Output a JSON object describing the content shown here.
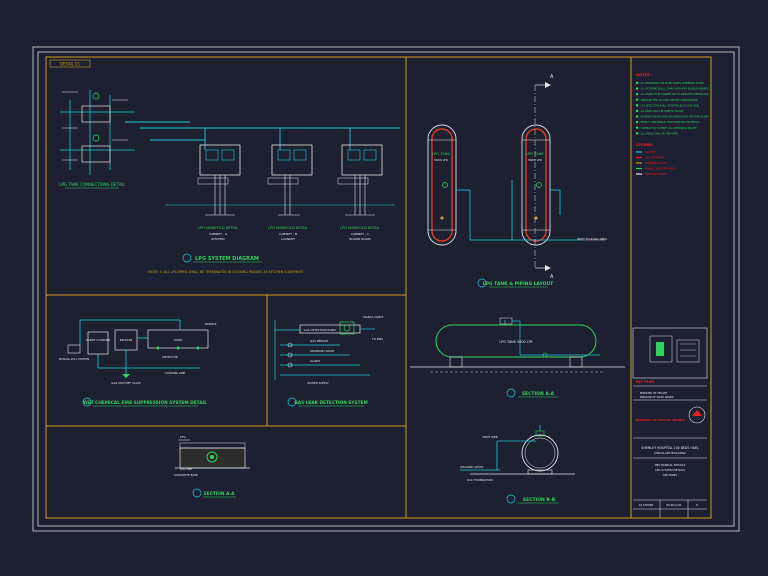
{
  "colors": {
    "background": "#1c2030",
    "border": "#b8b8b8",
    "frame": "#d09a20",
    "pipe": "#22c9d9",
    "equipment": "#e4e4e4",
    "text": "#e8e8e8",
    "title": "#2ed35c",
    "tank_inner": "#e23a22",
    "highlight": "#e82020"
  },
  "sheet_tag": "DETAIL 01",
  "panels": {
    "lpg_system": {
      "title": "LPG SYSTEM DIAGRAM",
      "tank_connection_title": "LPG TANK CONNECTIONS DETAIL",
      "manifolds": [
        {
          "name": "LPG MANIFOLD DETAIL",
          "cabinet": "CABINET - A",
          "area": "KITCHEN"
        },
        {
          "name": "LPG MANIFOLD DETAIL",
          "cabinet": "CABINET - B",
          "area": "LAUNDRY"
        },
        {
          "name": "LPG MANIFOLD DETAIL",
          "cabinet": "CABINET - C",
          "area": "BOILER ROOM"
        }
      ],
      "note": "NOTE: 1. ALL LPG PIPES SHALL BE TERMINATED IN COOKING RANGES AS KITCHEN EQUIPMENT"
    },
    "tank_layout": {
      "title": "LPG TANK & PIPING LAYOUT",
      "tank_label": "LPG TANK",
      "tank_capacity": "5000 LTR",
      "section_marker": "A",
      "pipe_note": "INLET TO ROAD AREA"
    },
    "wet_chemical": {
      "title": "WET CHEMICAL FIRE SUPPRESSION SYSTEM DETAIL",
      "labels": {
        "cylinder": "AGENT CYLINDER",
        "release": "RELEASE",
        "hood": "HOOD",
        "nozzle": "NOZZLE",
        "detector": "DETECTOR",
        "pull": "MANUAL PULL STATION",
        "valve": "GAS SHUTOFF VALVE",
        "cooking": "COOKING LINE"
      }
    },
    "gas_leak": {
      "title": "GAS LEAK DETECTION SYSTEM",
      "labels": {
        "panel": "GAS DETECTION PANEL",
        "sensor": "GAS SENSOR",
        "valve": "SOLENOID VALVE",
        "alarm": "ALARM",
        "bms": "TO BMS",
        "signal": "SIGNAL CABLE",
        "power": "POWER SUPPLY"
      }
    },
    "section_aa_top": {
      "title": "SECTION A-A",
      "tank_label": "LPG TANK 5000 LTR"
    },
    "section_aa_bottom": {
      "title": "SECTION A-A",
      "ffl": "F.F.L",
      "pipe_label": "LPG PIPE",
      "ground_label": "CONCRETE BASE"
    },
    "section_bb": {
      "title": "SECTION B-B",
      "vent_label": "VENT PIPE",
      "ground_label": "GROUND LEVEL",
      "base_label": "RCC FOUNDATION"
    }
  },
  "notes": {
    "title": "NOTES :",
    "items": [
      "ALL DIMENSIONS ARE IN MM UNLESS OTHERWISE STATED",
      "ALL LPG PIPING SHALL COMPLY WITH NFPA 58 REQUIREMENTS",
      "ALL WORKS TO BE CARRIED OUT BY APPROVED CONTRACTOR",
      "PRESSURE TEST ALL PIPES BEFORE COMMISSIONING",
      "GAS DETECTORS SHALL BE INSTALLED AT LOW LEVEL",
      "ALL PIPING SHALL BE PAINTED YELLOW",
      "SOLENOID VALVES SHALL BE INTERLOCKED WITH FIRE ALARM",
      "REFER TO MECHANICAL SPECIFICATIONS FOR DETAILS",
      "CONTRACTOR TO VERIFY ALL DIMENSIONS ON SITE",
      "ALL CABLES SHALL BE FIRE RATED"
    ],
    "legend_title": "LEGEND:",
    "legend": [
      "LPG PIPE",
      "GAS DETECTOR",
      "SOLENOID VALVE",
      "MANUAL SHUTOFF VALVE",
      "PRESSURE GAUGE"
    ]
  },
  "title_block": {
    "key_plan_label": "KEY PLAN",
    "client_line1": "MINISTRY OF HEALTH",
    "client_line2": "KINGDOM OF SAUDI ARABIA",
    "department": "MINISTRY OF HEALTH ARABIA",
    "project_line1": "SHEMLEY HOSPITAL 100 BEDS HAEL",
    "project_line2": "(ANCILLARY BUILDING)",
    "drawing_line1": "MECHANICAL DETAILS",
    "drawing_line2": "LPG SYSTEM DETAILS",
    "drawing_line3": "SECTIONS",
    "drawing_no": "M-LPG-D-01",
    "scale": "AS SHOWN",
    "rev": "0"
  }
}
